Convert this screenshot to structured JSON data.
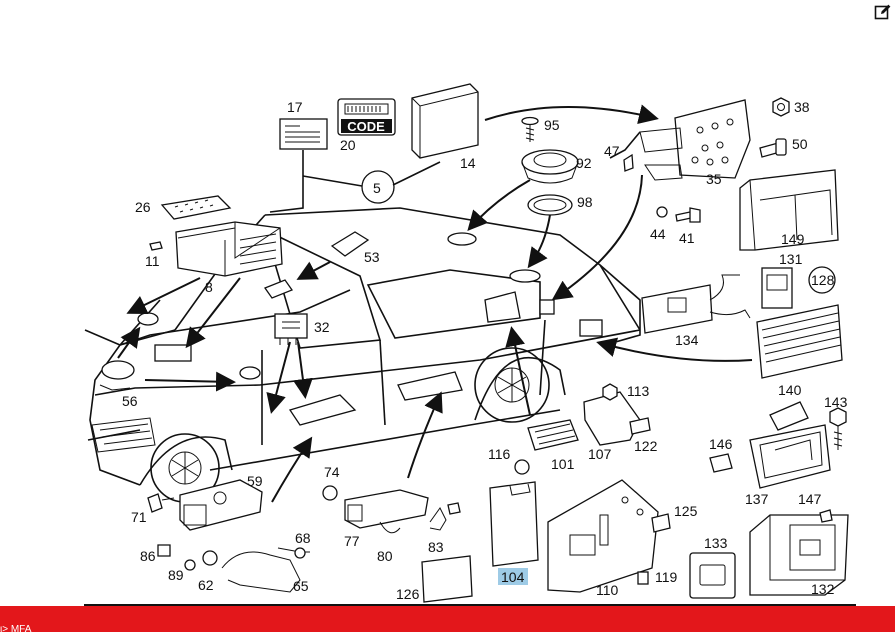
{
  "diagram": {
    "labels": [
      "17",
      "20",
      "14",
      "95",
      "92",
      "98",
      "47",
      "35",
      "38",
      "50",
      "44",
      "41",
      "149",
      "131",
      "128",
      "134",
      "5",
      "26",
      "11",
      "8",
      "53",
      "32",
      "56",
      "71",
      "59",
      "74",
      "86",
      "89",
      "62",
      "68",
      "65",
      "77",
      "80",
      "83",
      "116",
      "101",
      "104",
      "126",
      "110",
      "107",
      "113",
      "122",
      "125",
      "119",
      "133",
      "132",
      "140",
      "143",
      "146",
      "137",
      "147"
    ],
    "highlight_label": "104",
    "code_card_text": "CODE",
    "small_card_text": "CODE"
  },
  "footer": {
    "text": "ι> MFA",
    "color": "#e3171b"
  },
  "toolbar": {
    "edit_icon": "edit-icon"
  }
}
